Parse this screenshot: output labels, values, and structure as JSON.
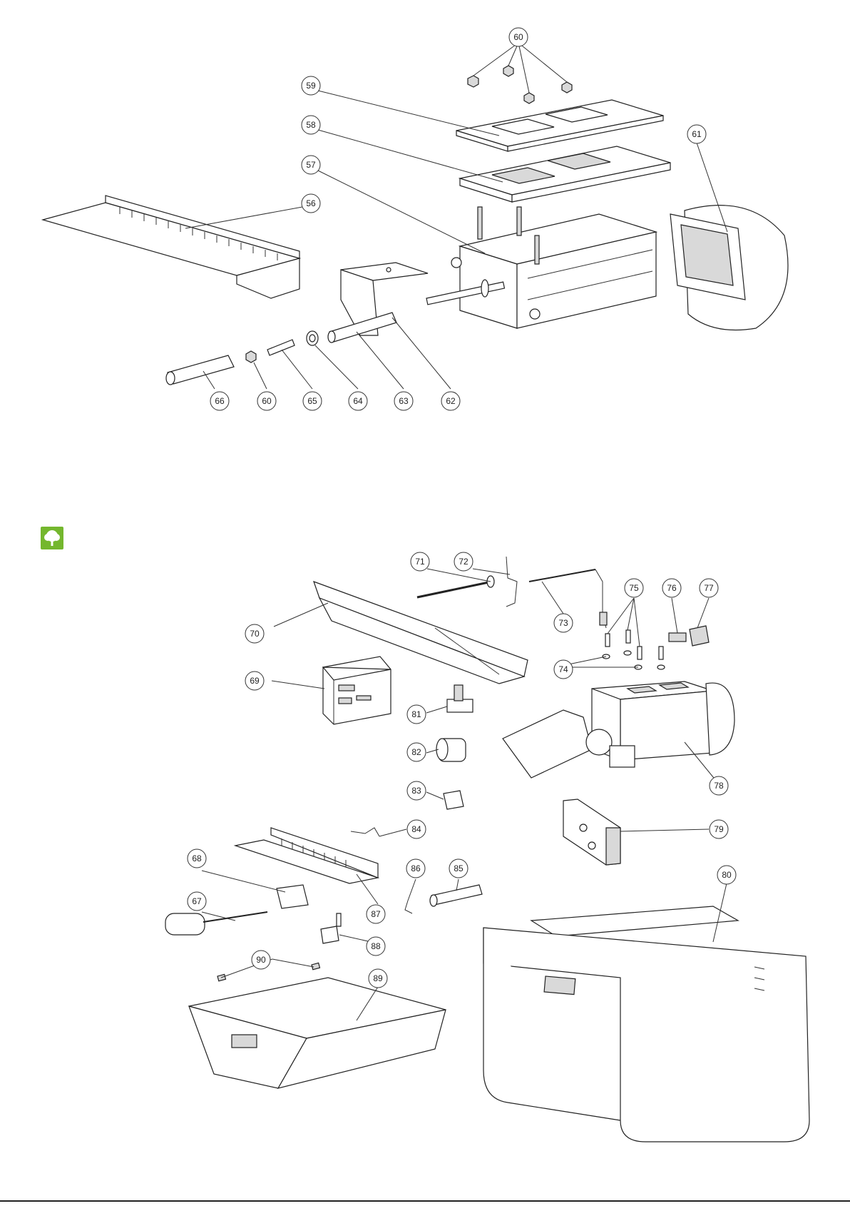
{
  "figure": {
    "upper_callouts": [
      {
        "id": "c60a",
        "label": "60"
      },
      {
        "id": "c59",
        "label": "59"
      },
      {
        "id": "c58",
        "label": "58"
      },
      {
        "id": "c57",
        "label": "57"
      },
      {
        "id": "c56",
        "label": "56"
      },
      {
        "id": "c61",
        "label": "61"
      },
      {
        "id": "c66",
        "label": "66"
      },
      {
        "id": "c60b",
        "label": "60"
      },
      {
        "id": "c65",
        "label": "65"
      },
      {
        "id": "c64",
        "label": "64"
      },
      {
        "id": "c63",
        "label": "63"
      },
      {
        "id": "c62",
        "label": "62"
      }
    ],
    "lower_callouts": [
      {
        "id": "c71",
        "label": "71"
      },
      {
        "id": "c72",
        "label": "72"
      },
      {
        "id": "c73",
        "label": "73"
      },
      {
        "id": "c75",
        "label": "75"
      },
      {
        "id": "c76",
        "label": "76"
      },
      {
        "id": "c77",
        "label": "77"
      },
      {
        "id": "c70",
        "label": "70"
      },
      {
        "id": "c74",
        "label": "74"
      },
      {
        "id": "c69",
        "label": "69"
      },
      {
        "id": "c81",
        "label": "81"
      },
      {
        "id": "c82",
        "label": "82"
      },
      {
        "id": "c83",
        "label": "83"
      },
      {
        "id": "c78",
        "label": "78"
      },
      {
        "id": "c84",
        "label": "84"
      },
      {
        "id": "c79",
        "label": "79"
      },
      {
        "id": "c68",
        "label": "68"
      },
      {
        "id": "c86",
        "label": "86"
      },
      {
        "id": "c85",
        "label": "85"
      },
      {
        "id": "c80",
        "label": "80"
      },
      {
        "id": "c67",
        "label": "67"
      },
      {
        "id": "c87",
        "label": "87"
      },
      {
        "id": "c88",
        "label": "88"
      },
      {
        "id": "c90",
        "label": "90"
      },
      {
        "id": "c89",
        "label": "89"
      }
    ]
  },
  "badge": {
    "icon": "tree-icon",
    "color": "#74b72e"
  }
}
